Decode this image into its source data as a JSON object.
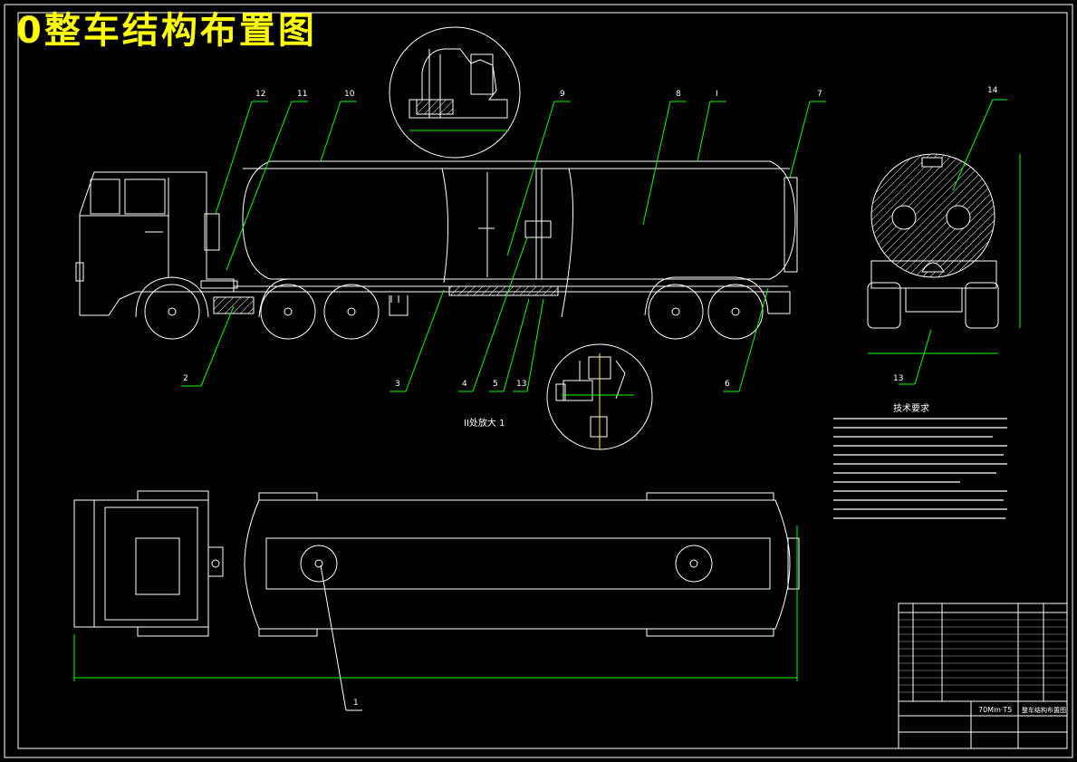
{
  "title": "0整车结构布置图",
  "detail_label": "II处放大 1",
  "tech_req_heading": "技术要求",
  "callouts": [
    "12",
    "11",
    "10",
    "9",
    "8",
    "I",
    "7",
    "14",
    "2",
    "3",
    "4",
    "5",
    "13",
    "6",
    "13",
    "1"
  ],
  "title_block": {
    "drawing_name": "整车结构布置图",
    "scale_label": "70Mm·T5"
  },
  "colors": {
    "background": "#000000",
    "lines": "#ffffff",
    "leaders": "#00ff00",
    "title": "#ffff00",
    "dimensions": "#00ff00"
  }
}
